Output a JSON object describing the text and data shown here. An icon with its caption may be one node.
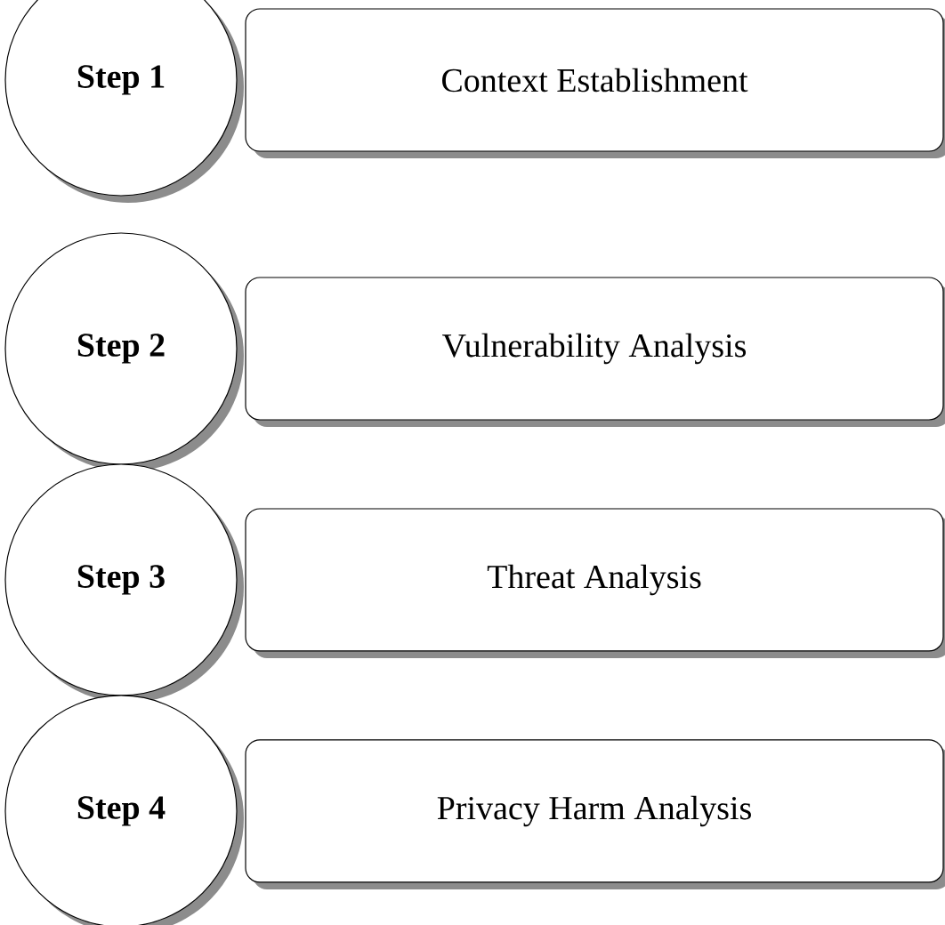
{
  "diagram": {
    "nodes": [
      {
        "text": [
          "Step 1"
        ]
      },
      {
        "text": [
          "Context Establishment"
        ]
      },
      {
        "text": [
          "Step 2"
        ]
      },
      {
        "text": [
          "Vulnerability Analysis"
        ]
      },
      {
        "text": [
          "Step 3"
        ]
      },
      {
        "text": [
          "Threat Analysis"
        ]
      },
      {
        "text": [
          "Step 4"
        ]
      },
      {
        "text": [
          "Privacy Harm Analysis"
        ]
      }
    ]
  }
}
